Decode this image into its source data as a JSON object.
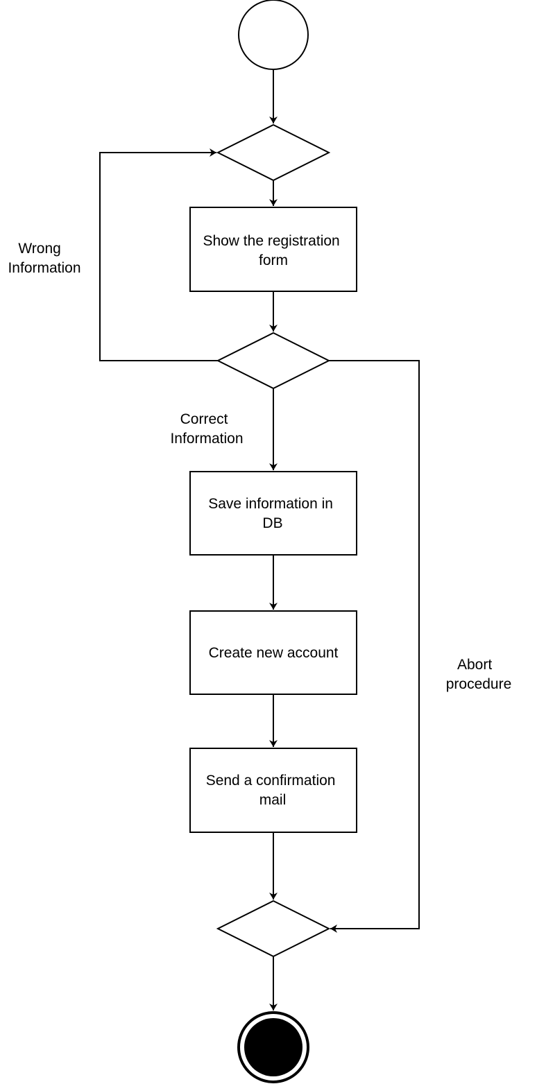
{
  "diagram": {
    "type": "activity-diagram",
    "colors": {
      "stroke": "#000000",
      "fill": "#ffffff",
      "final_fill": "#000000"
    },
    "nodes": {
      "start": {
        "kind": "initial"
      },
      "merge_top": {
        "kind": "merge"
      },
      "show_form": {
        "kind": "action",
        "lines": [
          "Show the registration",
          "form"
        ]
      },
      "decision": {
        "kind": "decision"
      },
      "save_info": {
        "kind": "action",
        "lines": [
          "Save information in",
          "DB"
        ]
      },
      "create_account": {
        "kind": "action",
        "lines": [
          "Create new account"
        ]
      },
      "send_mail": {
        "kind": "action",
        "lines": [
          "Send a confirmation",
          "mail"
        ]
      },
      "merge_bottom": {
        "kind": "merge"
      },
      "end": {
        "kind": "final"
      }
    },
    "edge_labels": {
      "wrong": [
        "Wrong",
        "Information"
      ],
      "correct": [
        "Correct",
        "Information"
      ],
      "abort": [
        "Abort",
        "procedure"
      ]
    }
  }
}
